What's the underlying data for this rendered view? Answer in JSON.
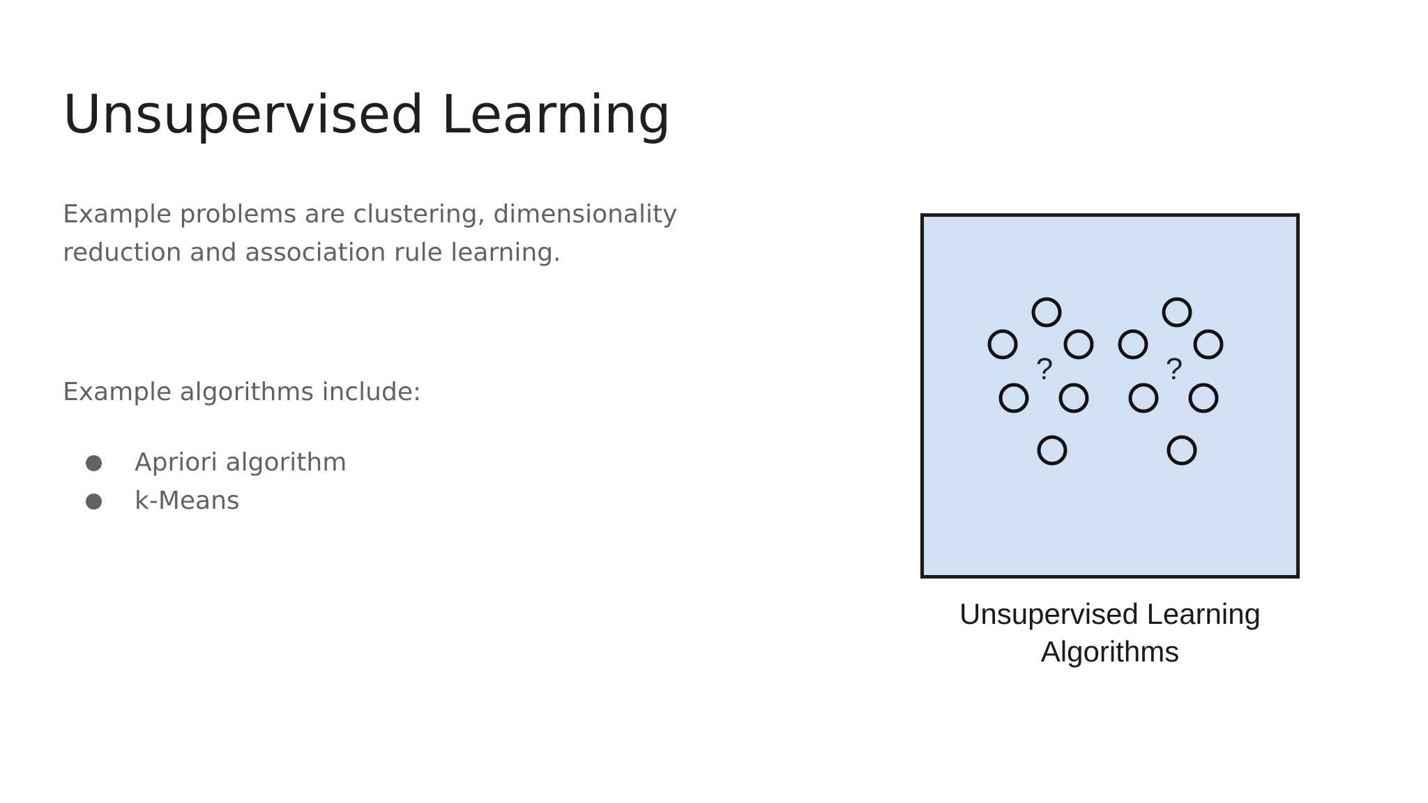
{
  "slide": {
    "title": "Unsupervised Learning",
    "paragraph_1": "Example problems are clustering, dimensionality reduction and association rule learning.",
    "paragraph_2": "Example algorithms include:",
    "bullets": [
      "Apriori algorithm",
      "k-Means"
    ]
  },
  "figure": {
    "question_mark": "?",
    "caption_line_1": "Unsupervised Learning",
    "caption_line_2": "Algorithms",
    "box_fill": "#d1e1f3",
    "box_stroke": "#1a1a1a"
  }
}
